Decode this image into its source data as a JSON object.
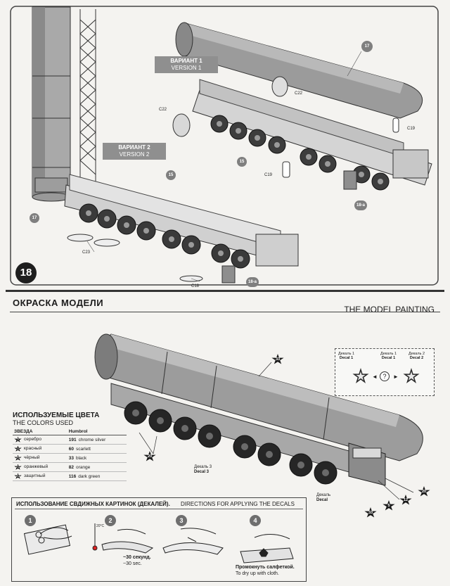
{
  "step": {
    "number": "18",
    "variant1": {
      "ru": "ВАРИАНТ 1",
      "en": "VERSION 1"
    },
    "variant2": {
      "ru": "ВАРИАНТ 2",
      "en": "VERSION 2"
    },
    "callouts": {
      "c22_top": "C22",
      "c22_left": "C22",
      "c19_right": "C19",
      "c19_mid": "C19",
      "c23": "C23",
      "c18": "C18",
      "p17_top": "17",
      "p17_left": "17",
      "p15_top": "15",
      "p15_left": "15",
      "p18a_right": "18-а",
      "p18a_bottom": "18-а"
    }
  },
  "painting": {
    "title_ru": "ОКРАСКА МОДЕЛИ",
    "title_en": "THE MODEL PAINTING",
    "colors_heading_ru": "ИСПОЛЬЗУЕМЫЕ ЦВЕТА",
    "colors_heading_en": "THE COLORS USED",
    "table_headers": [
      "ЗВЕЗДА",
      "Humbrol"
    ],
    "colors": [
      {
        "star": "5",
        "ru": "серебро",
        "code": "191",
        "en": "chrome silver"
      },
      {
        "star": "12",
        "ru": "красный",
        "code": "60",
        "en": "scarlett"
      },
      {
        "star": "20",
        "ru": "чёрный",
        "code": "33",
        "en": "black"
      },
      {
        "star": "22",
        "ru": "оранжевый",
        "code": "82",
        "en": "orange"
      },
      {
        "star": "33",
        "ru": "защитный",
        "code": "116",
        "en": "dark green"
      }
    ],
    "decals": {
      "d1_ru": "Декаль 1",
      "d1_en": "Decal 1",
      "d1b_ru": "Декаль 1",
      "d1b_en": "Decal 1",
      "d2_ru": "Декаль 2",
      "d2_en": "Decal 2",
      "q": "?"
    },
    "part_labels": {
      "d3_ru": "Декаль 3",
      "d3_en": "Decal 3",
      "d4_ru": "Декаль",
      "d4_en": "Decal"
    },
    "badges": {
      "b33_top": "33",
      "b20_left": "20",
      "b20_right": "20",
      "b12": "12",
      "b5": "5",
      "b33_bottom": "33"
    }
  },
  "directions": {
    "title_ru": "ИСПОЛЬЗОВАНИЕ СВДИЖНЫХ КАРТИНОК (ДЕКАЛЕЙ).",
    "title_en": "DIRECTIONS  FOR APPLYING THE DECALS",
    "steps": [
      "1",
      "2",
      "3",
      "4"
    ],
    "temp": "20°С",
    "time_ru": "~30 секунд.",
    "time_en": "~30 sec.",
    "dry_ru": "Промокнуть салфеткой.",
    "dry_en": "To dry up with cloth."
  }
}
